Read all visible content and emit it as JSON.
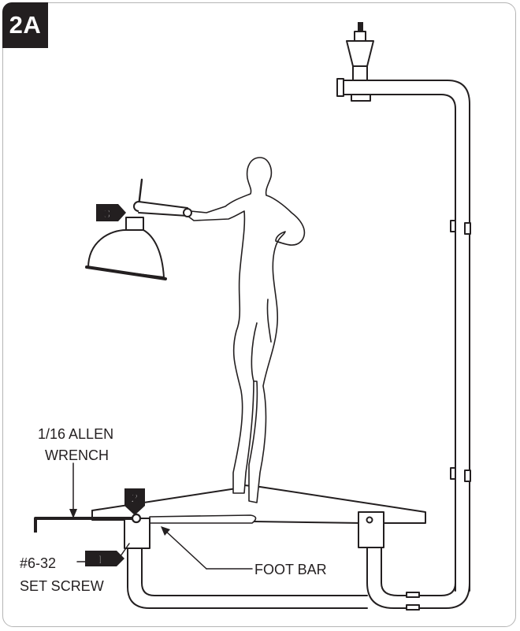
{
  "step": {
    "label": "2A"
  },
  "callouts": {
    "c1": "1",
    "c2": "2",
    "c3": "3"
  },
  "labels": {
    "wrench_line1": "1/16 ALLEN",
    "wrench_line2": "WRENCH",
    "screw_line1": "#6-32",
    "screw_line2": "SET SCREW",
    "foot_bar": "FOOT BAR"
  }
}
